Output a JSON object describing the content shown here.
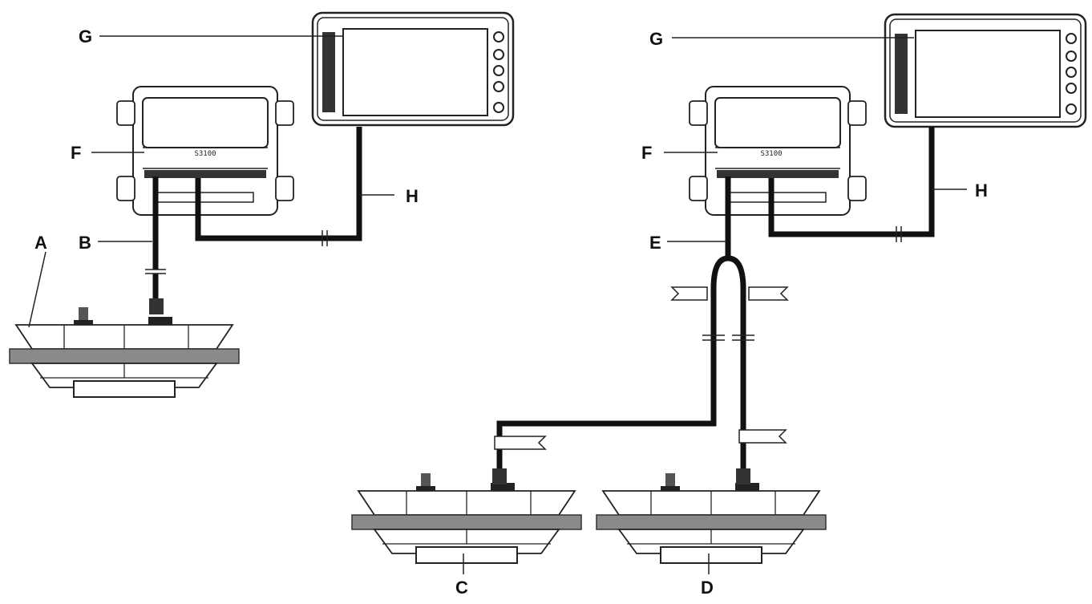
{
  "left_setup": {
    "callouts": {
      "G": "G",
      "F": "F",
      "A": "A",
      "B": "B",
      "H": "H"
    },
    "module_text": "S3100"
  },
  "right_setup": {
    "callouts": {
      "G": "G",
      "F": "F",
      "E": "E",
      "H": "H",
      "C": "C",
      "D": "D"
    },
    "module_text": "S3100"
  },
  "colors": {
    "cable": "#111111",
    "hull": "#8a8a8a",
    "line": "#222222"
  }
}
